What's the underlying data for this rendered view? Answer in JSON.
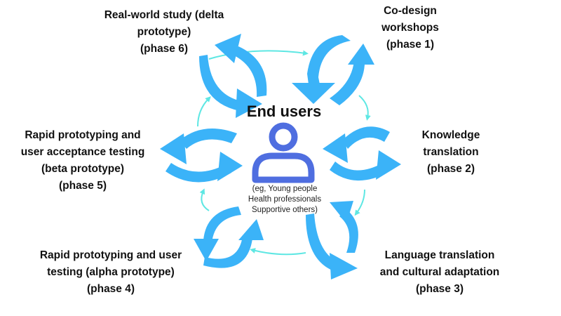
{
  "colors": {
    "big_arrow": "#3bb3f8",
    "ring": "#5ee7e3",
    "user_icon": "#4f6ee0",
    "text": "#111111"
  },
  "center": {
    "title": "End users",
    "icon": "person-icon",
    "examples": [
      "(eg, Young people",
      "Health professionals",
      "Supportive others)"
    ]
  },
  "phases": [
    {
      "lines": [
        "Co-design",
        "workshops",
        "(phase 1)"
      ]
    },
    {
      "lines": [
        "Knowledge",
        "translation",
        "(phase 2)"
      ]
    },
    {
      "lines": [
        "Language translation",
        "and cultural adaptation",
        "(phase 3)"
      ]
    },
    {
      "lines": [
        "Rapid prototyping and user",
        "testing (alpha prototype)",
        "(phase 4)"
      ]
    },
    {
      "lines": [
        "Rapid prototyping and",
        "user acceptance testing",
        "(beta prototype)",
        "(phase 5)"
      ]
    },
    {
      "lines": [
        "Real-world study (delta",
        "prototype)",
        "(phase 6)"
      ]
    }
  ]
}
